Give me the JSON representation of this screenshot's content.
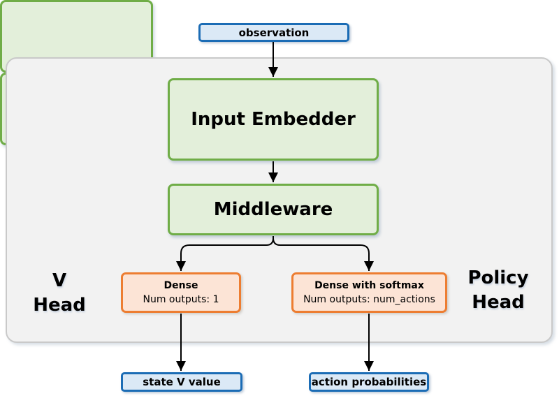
{
  "diagram": {
    "nodes": {
      "observation": {
        "label": "observation"
      },
      "input_embedder": {
        "label": "Input Embedder"
      },
      "middleware": {
        "label": "Middleware"
      },
      "v_head_label": {
        "line1": "V",
        "line2": "Head"
      },
      "policy_head_label": {
        "line1": "Policy",
        "line2": "Head"
      },
      "dense": {
        "title": "Dense",
        "subtitle": "Num outputs: 1"
      },
      "dense_softmax": {
        "title": "Dense with softmax",
        "subtitle": "Num outputs: num_actions"
      },
      "state_v_value": {
        "label": "state V value"
      },
      "action_probabilities": {
        "label": "action probabilities"
      }
    },
    "colors": {
      "blue_border": "#1b6cb5",
      "blue_fill": "#dbe9f6",
      "green_border": "#70ad47",
      "green_fill": "#e3efda",
      "orange_border": "#ed7d31",
      "orange_fill": "#fce4d6",
      "container_fill": "#f2f2f2",
      "container_border": "#c9c9c9",
      "arrow": "#000000"
    }
  }
}
